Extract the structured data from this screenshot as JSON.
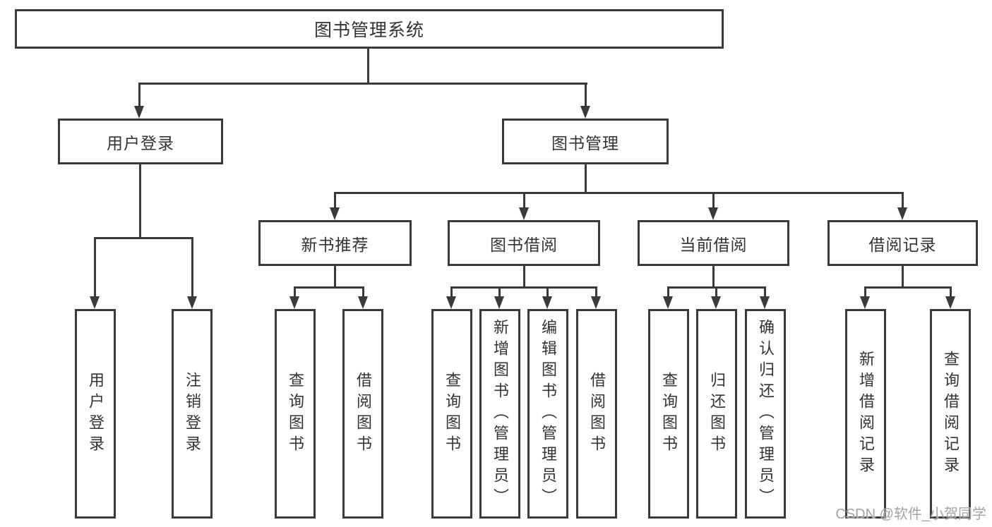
{
  "diagram": {
    "root": {
      "label": "图书管理系统"
    },
    "branches": [
      {
        "label": "用户登录",
        "children": [
          {
            "label": "用户登录"
          },
          {
            "label": "注销登录"
          }
        ]
      },
      {
        "label": "图书管理",
        "children": [
          {
            "label": "新书推荐",
            "children": [
              {
                "label": "查询图书"
              },
              {
                "label": "借阅图书"
              }
            ]
          },
          {
            "label": "图书借阅",
            "children": [
              {
                "label": "查询图书"
              },
              {
                "label": "新增图书（管理员）"
              },
              {
                "label": "编辑图书（管理员）"
              },
              {
                "label": "借阅图书"
              }
            ]
          },
          {
            "label": "当前借阅",
            "children": [
              {
                "label": "查询图书"
              },
              {
                "label": "归还图书"
              },
              {
                "label": "确认归还（管理员）"
              }
            ]
          },
          {
            "label": "借阅记录",
            "children": [
              {
                "label": "新增借阅记录"
              },
              {
                "label": "查询借阅记录"
              }
            ]
          }
        ]
      }
    ]
  },
  "watermark": {
    "text": "CSDN @软件_小贺同学"
  },
  "colors": {
    "line": "#3a3a3a",
    "text": "#333333",
    "background": "#ffffff",
    "watermark": "#a3a3a3"
  }
}
